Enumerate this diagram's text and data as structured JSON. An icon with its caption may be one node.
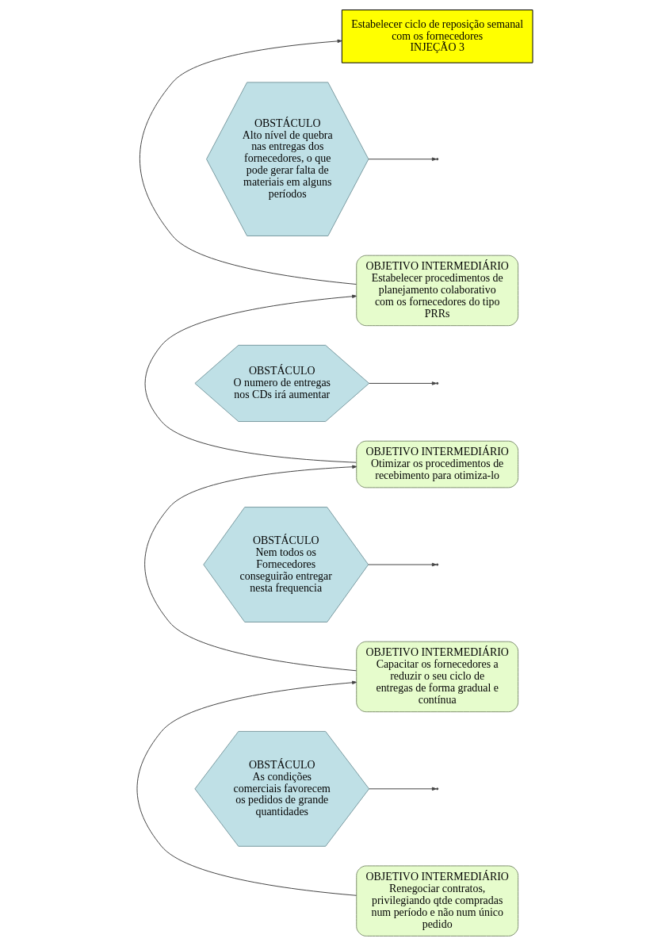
{
  "diagram": {
    "nodes": [
      {
        "text": [
          "Estabelecer ciclo de reposição semanal com os fornecedores",
          "INJEÇÃO 3"
        ]
      },
      {
        "text": [
          "OBSTÁCULO",
          "Alto nível de quebra nas entregas dos fornecedores, o que pode gerar falta de materiais em alguns períodos"
        ]
      },
      {
        "text": [
          "OBJETIVO INTERMEDIÁRIO",
          "Estabelecer procedimentos de planejamento colaborativo com os fornecedores do tipo PRRs"
        ]
      },
      {
        "text": [
          "OBSTÁCULO",
          "O numero de entregas nos CDs irá aumentar"
        ]
      },
      {
        "text": [
          "OBJETIVO INTERMEDIÁRIO",
          "Otimizar os procedimentos de recebimento para otimiza-lo"
        ]
      },
      {
        "text": [
          "OBSTÁCULO",
          "Nem todos os Fornecedores conseguirão entregar nesta frequencia"
        ]
      },
      {
        "text": [
          "OBJETIVO INTERMEDIÁRIO",
          "Capacitar os fornecedores a reduzir o seu ciclo de entregas de forma gradual e contínua"
        ]
      },
      {
        "text": [
          "OBSTÁCULO",
          "As condições comerciais favorecem os pedidos de grande quantidades"
        ]
      },
      {
        "text": [
          "OBJETIVO INTERMEDIÁRIO",
          "Renegociar contratos, privilegiando qtde compradas num período e não num único pedido"
        ]
      }
    ],
    "edges": [
      {
        "from": 2,
        "to": 0,
        "arrow": "to"
      },
      {
        "from": 1,
        "to": null,
        "arrow": "to"
      },
      {
        "from": 4,
        "to": 2,
        "arrow": "to"
      },
      {
        "from": 3,
        "to": null,
        "arrow": "to"
      },
      {
        "from": 6,
        "to": 4,
        "arrow": "to"
      },
      {
        "from": 5,
        "to": null,
        "arrow": "to"
      },
      {
        "from": 8,
        "to": 6,
        "arrow": "to"
      },
      {
        "from": 7,
        "to": null,
        "arrow": "to"
      }
    ]
  }
}
